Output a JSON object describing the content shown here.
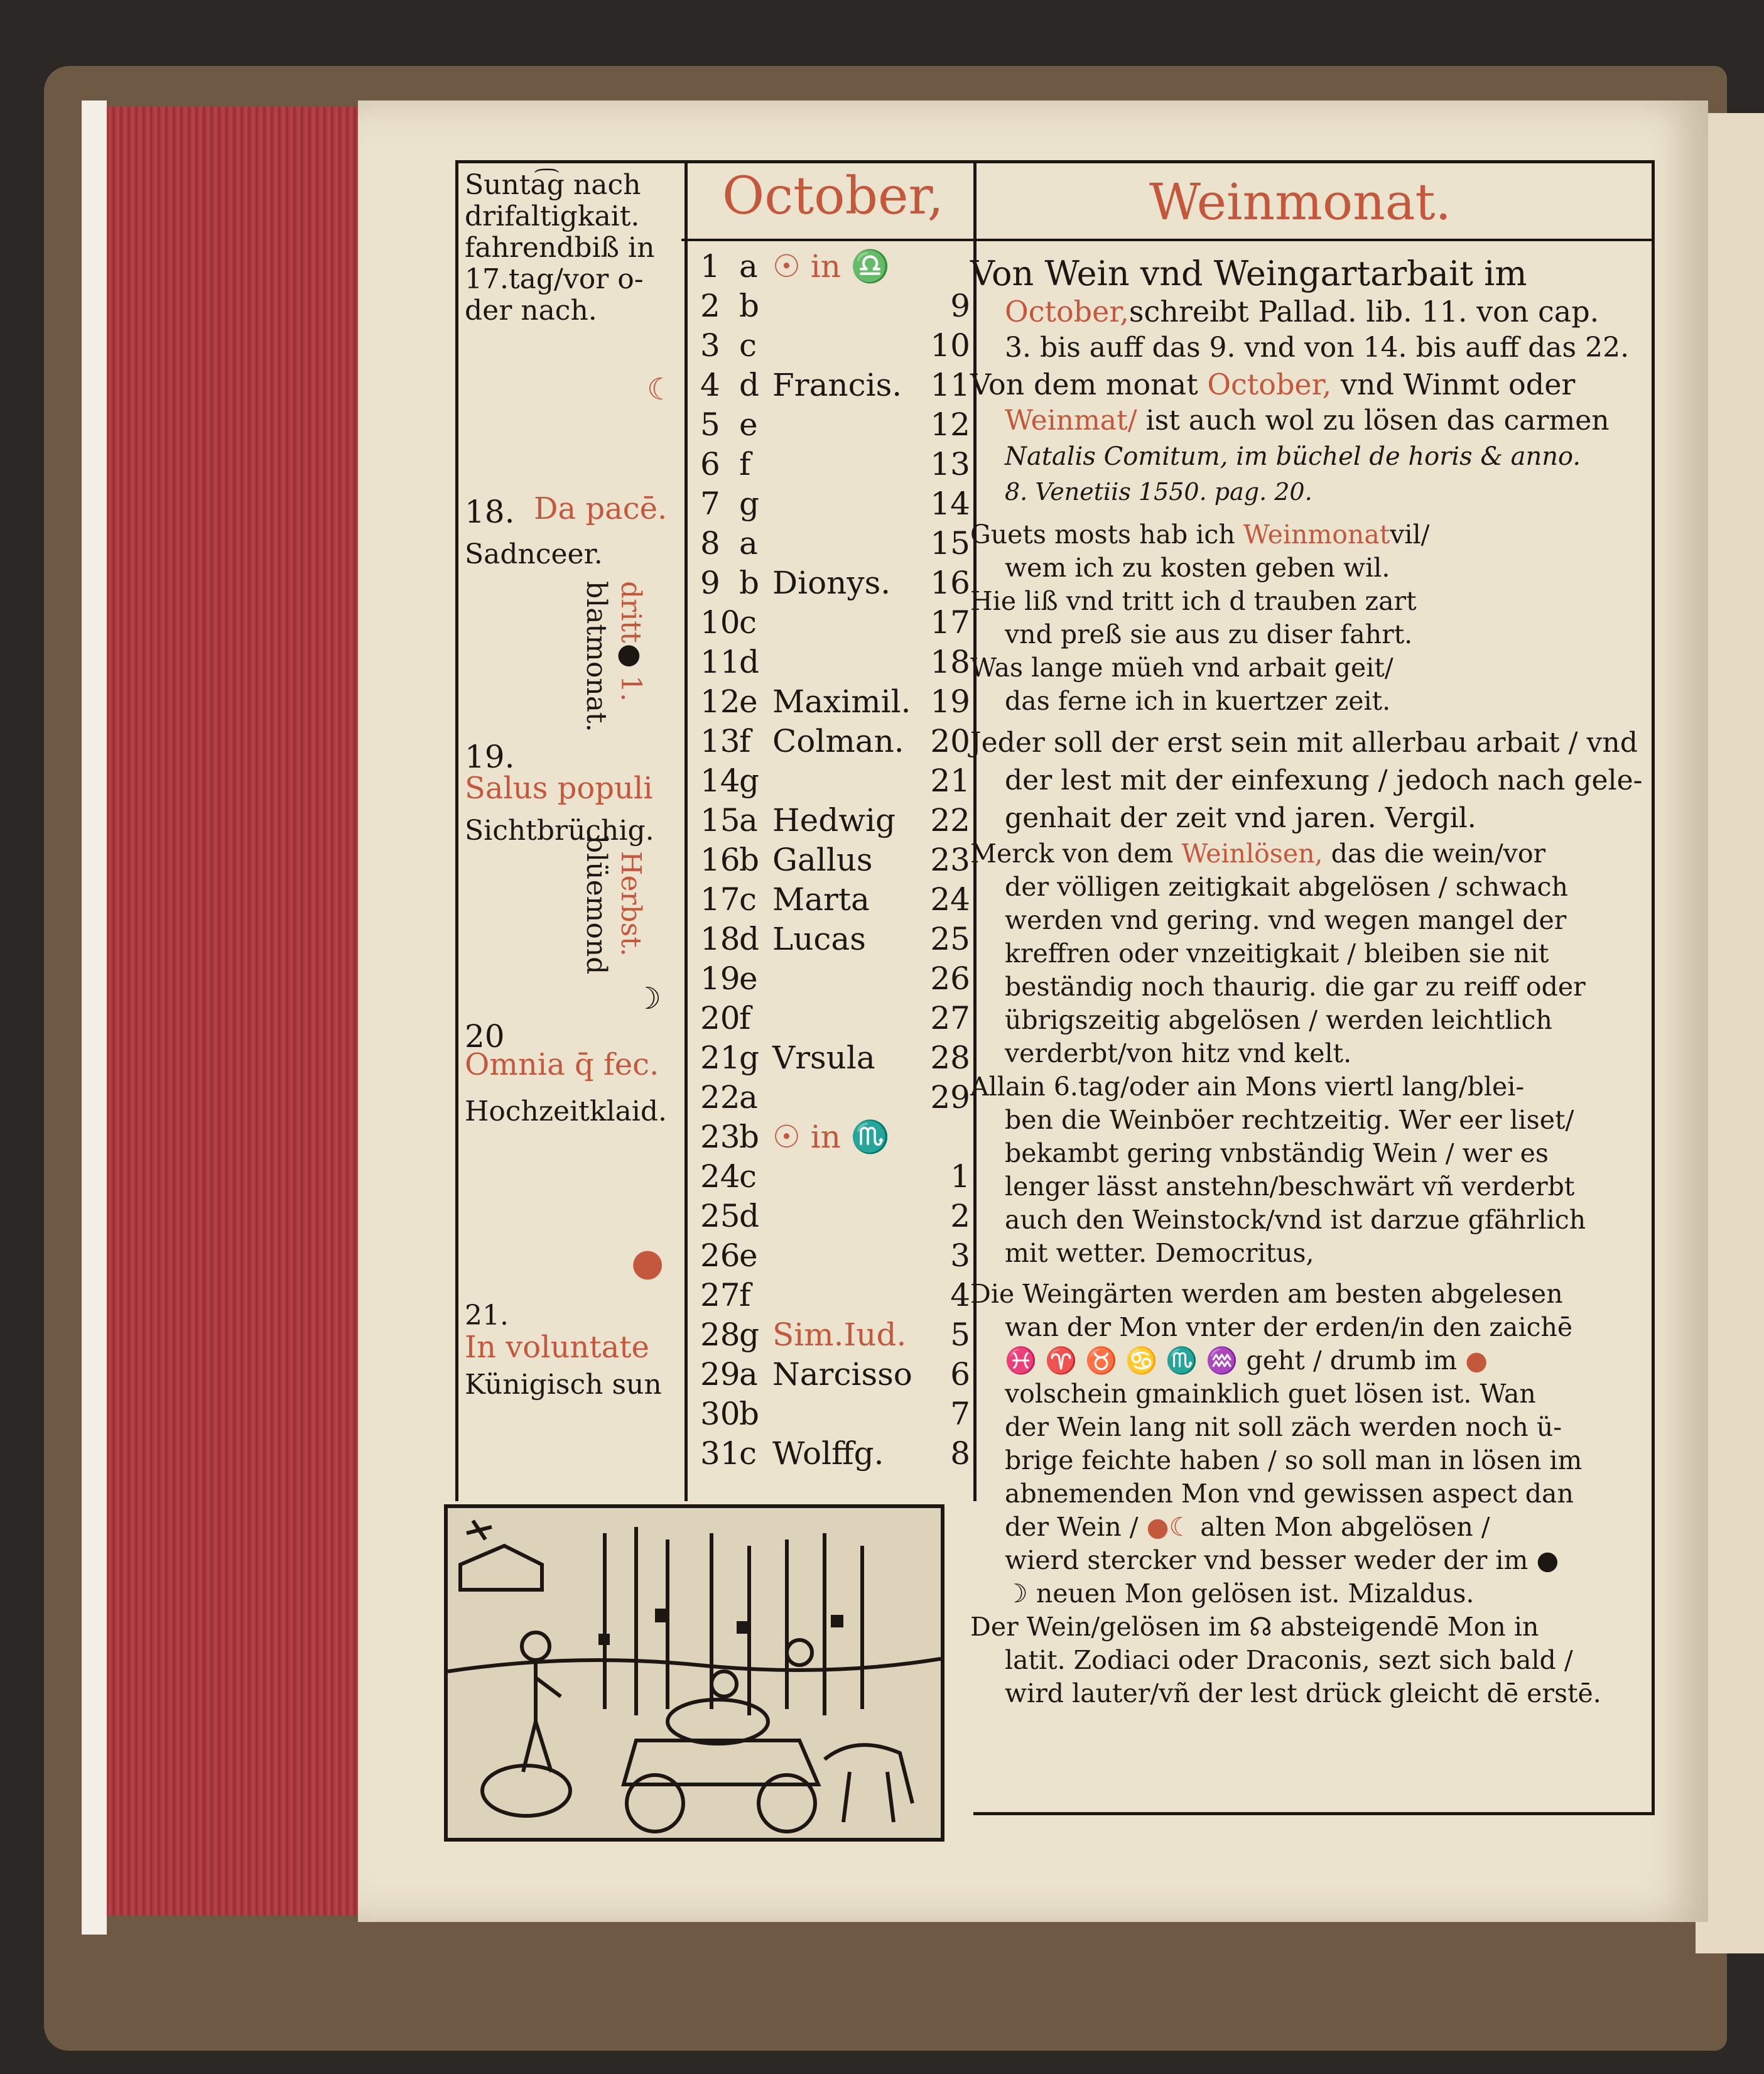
{
  "header": {
    "month": "October,",
    "title": "Weinmonat."
  },
  "left_margin": {
    "block1": [
      "Sunta͡g nach",
      "drifaltigkait.",
      "fahrendbiß in",
      "17.tag/vor o-",
      "der nach."
    ],
    "moon1": "☾",
    "n18": "18.",
    "motto18": "Da pacē.",
    "line18": "Sadnceer.",
    "vert1_red": "dritt",
    "vert1_symbol": "●",
    "vert1_red2": "1.",
    "vert1_text": "blatmonat.",
    "n19": "19.",
    "motto19": "Salus populi",
    "line19": "Sichtbrüchig.",
    "vert2_red": "Herbst.",
    "vert2_text": "blüemond",
    "moon2": "☽",
    "n20": "20",
    "motto20": "Omnia q̄ fec.",
    "line20": "Hochzeitklaid.",
    "full_moon": "●",
    "n21": "21.",
    "motto21": "In voluntate",
    "line21": "Künigisch sun"
  },
  "calendar": [
    {
      "day": "1",
      "letter": "a",
      "name": "☉ in ♎",
      "num": ""
    },
    {
      "day": "2",
      "letter": "b",
      "name": "",
      "num": "9"
    },
    {
      "day": "3",
      "letter": "c",
      "name": "",
      "num": "10"
    },
    {
      "day": "4",
      "letter": "d",
      "name": "Francis.",
      "num": "11"
    },
    {
      "day": "5",
      "letter": "e",
      "name": "",
      "num": "12"
    },
    {
      "day": "6",
      "letter": "f",
      "name": "",
      "num": "13"
    },
    {
      "day": "7",
      "letter": "g",
      "name": "",
      "num": "14"
    },
    {
      "day": "8",
      "letter": "a",
      "name": "",
      "num": "15"
    },
    {
      "day": "9",
      "letter": "b",
      "name": "Dionys.",
      "num": "16"
    },
    {
      "day": "10",
      "letter": "c",
      "name": "",
      "num": "17"
    },
    {
      "day": "11",
      "letter": "d",
      "name": "",
      "num": "18"
    },
    {
      "day": "12",
      "letter": "e",
      "name": "Maximil.",
      "num": "19"
    },
    {
      "day": "13",
      "letter": "f",
      "name": "Colman.",
      "num": "20"
    },
    {
      "day": "14",
      "letter": "g",
      "name": "",
      "num": "21"
    },
    {
      "day": "15",
      "letter": "a",
      "name": "Hedwig",
      "num": "22"
    },
    {
      "day": "16",
      "letter": "b",
      "name": "Gallus",
      "num": "23"
    },
    {
      "day": "17",
      "letter": "c",
      "name": "Marta",
      "num": "24"
    },
    {
      "day": "18",
      "letter": "d",
      "name": "Lucas",
      "num": "25"
    },
    {
      "day": "19",
      "letter": "e",
      "name": "",
      "num": "26"
    },
    {
      "day": "20",
      "letter": "f",
      "name": "",
      "num": "27"
    },
    {
      "day": "21",
      "letter": "g",
      "name": "Vrsula",
      "num": "28"
    },
    {
      "day": "22",
      "letter": "a",
      "name": "",
      "num": "29"
    },
    {
      "day": "23",
      "letter": "b",
      "name": "☉ in ♏",
      "num": ""
    },
    {
      "day": "24",
      "letter": "c",
      "name": "",
      "num": "1"
    },
    {
      "day": "25",
      "letter": "d",
      "name": "",
      "num": "2"
    },
    {
      "day": "26",
      "letter": "e",
      "name": "",
      "num": "3"
    },
    {
      "day": "27",
      "letter": "f",
      "name": "",
      "num": "4"
    },
    {
      "day": "28",
      "letter": "g",
      "name": "Sim.Iud.",
      "num": "5"
    },
    {
      "day": "29",
      "letter": "a",
      "name": "Narcisso",
      "num": "6"
    },
    {
      "day": "30",
      "letter": "b",
      "name": "",
      "num": "7"
    },
    {
      "day": "31",
      "letter": "c",
      "name": "Wolffg.",
      "num": "8"
    }
  ],
  "text": {
    "p1_l1": "Von Wein vnd Weingartarbait im",
    "p1_l2_red": "October,",
    "p1_l2": "schreibt Pallad. lib. 11. von cap.",
    "p1_l3": "3. bis auff das 9. vnd von 14. bis auff das 22.",
    "p2_l1a": "Von dem monat",
    "p2_l1_red": "October,",
    "p2_l1b": "vnd Winmt oder",
    "p2_l2_red": "Weinmat/",
    "p2_l2": "ist auch wol zu lösen das carmen",
    "p2_l3": "Natalis Comitum, im büchel de horis & anno.",
    "p2_l4": "8. Venetiis 1550. pag. 20.",
    "v1_a": "Guets mosts hab ich",
    "v1_red": "Weinmonat",
    "v1_b": "vil/",
    "v2": "wem ich zu kosten geben wil.",
    "v3": "Hie liß vnd tritt ich d trauben zart",
    "v4": "vnd preß sie aus zu diser fahrt.",
    "v5": "Was lange müeh vnd arbait geit/",
    "v6": "das ferne ich in kuertzer zeit.",
    "p3_l1": "Jeder soll der erst sein mit allerbau arbait / vnd",
    "p3_l2": "der lest mit der einfexung / jedoch nach gele-",
    "p3_l3": "genhait der zeit vnd jaren.   Vergil.",
    "p4_l1a": "Merck von dem",
    "p4_l1_red": "Weinlösen,",
    "p4_l1b": "das die wein/vor",
    "p4_l2": "der völligen zeitigkait abgelösen / schwach",
    "p4_l3": "werden vnd gering. vnd wegen mangel der",
    "p4_l4": "kreffren oder vnzeitigkait / bleiben sie nit",
    "p4_l5": "beständig noch thaurig. die gar zu reiff oder",
    "p4_l6": "übrigszeitig abgelösen / werden leichtlich",
    "p4_l7": "verderbt/von hitz vnd kelt.",
    "p5_l1": "Allain 6.tag/oder ain Mons viertl lang/blei-",
    "p5_l2": "ben die Weinböer rechtzeitig. Wer eer liset/",
    "p5_l3": "bekambt gering vnbständig Wein / wer es",
    "p5_l4": "lenger lässt anstehn/beschwärt vñ verderbt",
    "p5_l5": "auch den Weinstock/vnd ist darzue gfährlich",
    "p5_l6": "mit wetter.     Democritus,",
    "p6_l1": "Die Weingärten werden am besten abgelesen",
    "p6_l2": "wan der Mon vnter der erden/in den zaichē",
    "p6_l3_signs": "♓ ♈ ♉ ♋ ♏ ♒",
    "p6_l3b": "geht / drumb im",
    "p6_l4": "volschein gmainklich guet lösen ist. Wan",
    "p6_l5": "der Wein lang nit soll zäch werden noch ü-",
    "p6_l6": "brige feichte haben / so soll man in lösen im",
    "p6_l7": "abnemenden Mon vnd gewissen aspect dan",
    "p6_l8a": "der Wein /",
    "p6_l8b": "alten Mon abgelösen /",
    "p6_l9": "wierd stercker vnd besser weder der im",
    "p6_l10": "neuen Mon gelösen ist.   Mizaldus.",
    "p7_l1": "Der Wein/gelösen im ☊ absteigendē Mon in",
    "p7_l2": "latit. Zodiaci oder Draconis, sezt sich bald /",
    "p7_l3": "wird lauter/vñ der lest drück gleicht dē erstē."
  },
  "colors": {
    "ink": "#1c1712",
    "red": "#c3583d",
    "paper": "#ece3cf"
  }
}
